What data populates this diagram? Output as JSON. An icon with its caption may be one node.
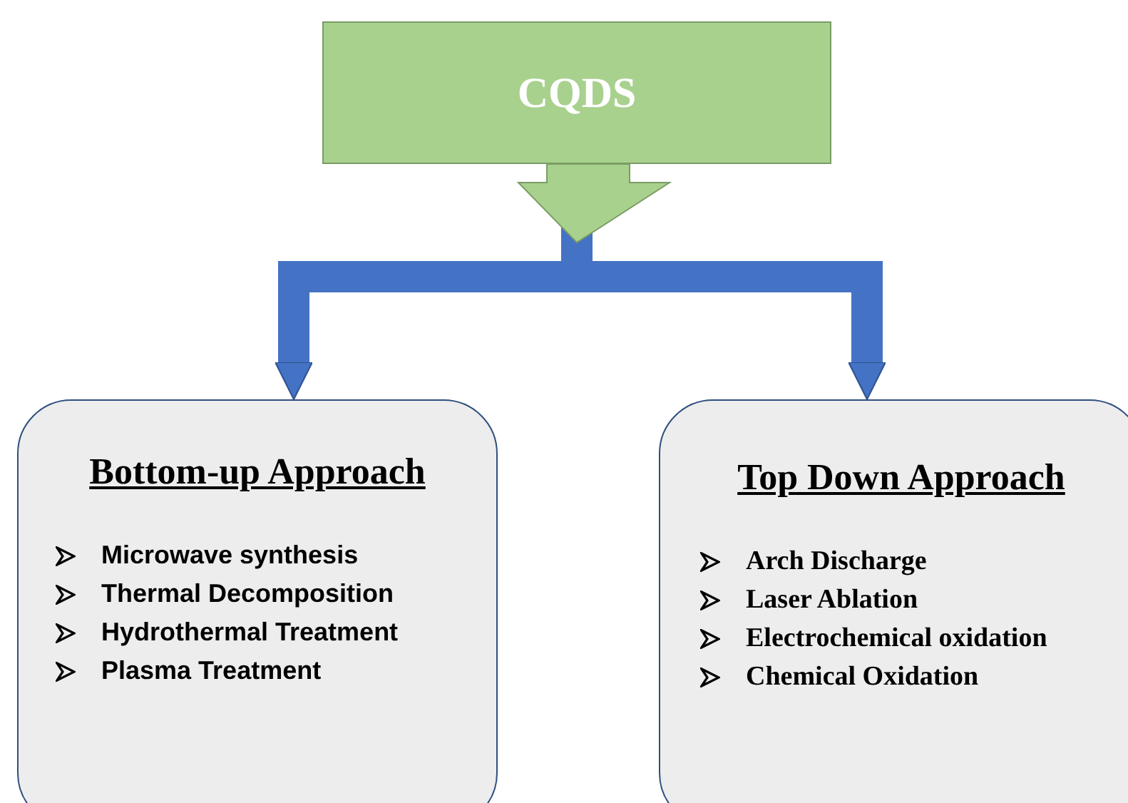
{
  "diagram": {
    "nodes": [
      {
        "text": [
          "CQDS"
        ]
      },
      {
        "text": [
          "Bottom-up Approach",
          "Microwave synthesis",
          "Thermal Decomposition",
          "Hydrothermal Treatment",
          "Plasma Treatment"
        ]
      },
      {
        "text": [
          "Top Down Approach",
          "Arch Discharge",
          "Laser Ablation",
          "Electrochemical oxidation",
          "Chemical Oxidation"
        ]
      }
    ],
    "edges": [
      {
        "from": 0,
        "to": 1,
        "arrow": "to"
      },
      {
        "from": 0,
        "to": 2,
        "arrow": "to"
      },
      {
        "from": 0,
        "to": null,
        "arrow": "to",
        "color": "#a9d18e"
      }
    ]
  }
}
